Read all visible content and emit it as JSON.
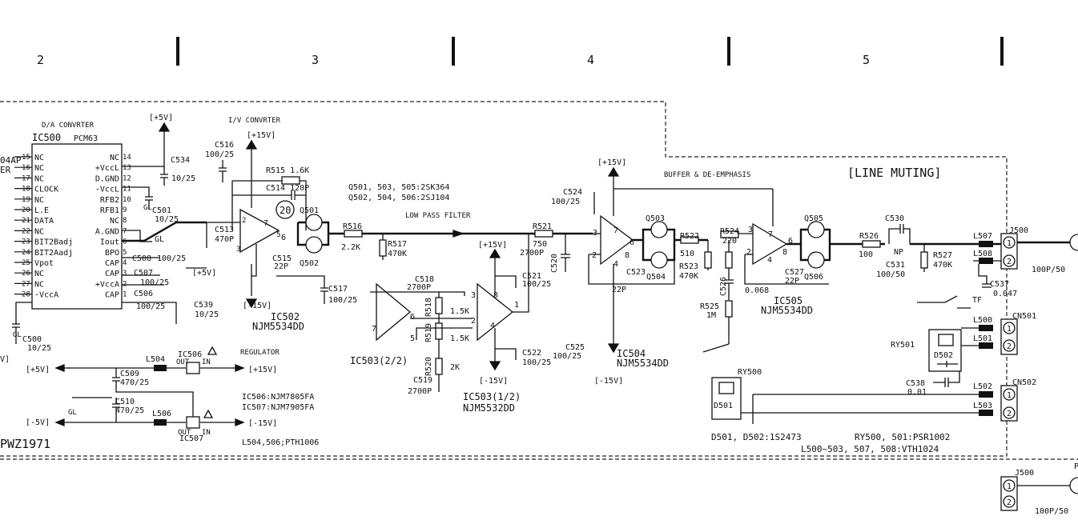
{
  "grid_columns": [
    "2",
    "3",
    "4",
    "5"
  ],
  "section_titles": {
    "da_converter": "D/A CONVRTER",
    "iv_converter": "I/V CONVRTER",
    "low_pass_filter": "LOW PASS FILTER",
    "buffer_deemphasis": "BUFFER & DE-EMPHASIS",
    "line_muting": "[LINE MUTING]",
    "regulator": "REGULATOR"
  },
  "ic500": {
    "ref": "IC500",
    "part": "PCM63",
    "left_pins": [
      {
        "num": "15",
        "name": "NC"
      },
      {
        "num": "16",
        "name": "NC"
      },
      {
        "num": "17",
        "name": "NC"
      },
      {
        "num": "18",
        "name": "CLOCK"
      },
      {
        "num": "19",
        "name": "NC"
      },
      {
        "num": "20",
        "name": "L.E"
      },
      {
        "num": "21",
        "name": "DATA"
      },
      {
        "num": "22",
        "name": "NC"
      },
      {
        "num": "23",
        "name": "BIT2Badj"
      },
      {
        "num": "24",
        "name": "BIT2Aadj"
      },
      {
        "num": "25",
        "name": "Vpot"
      },
      {
        "num": "26",
        "name": "NC"
      },
      {
        "num": "27",
        "name": "NC"
      },
      {
        "num": "28",
        "name": "-VccA"
      }
    ],
    "right_pins": [
      {
        "num": "14",
        "name": "NC"
      },
      {
        "num": "13",
        "name": "+VccL"
      },
      {
        "num": "12",
        "name": "D.GND"
      },
      {
        "num": "11",
        "name": "-VccL"
      },
      {
        "num": "10",
        "name": "RFB2"
      },
      {
        "num": "9",
        "name": "RFB1"
      },
      {
        "num": "8",
        "name": "NC"
      },
      {
        "num": "7",
        "name": "A.GND"
      },
      {
        "num": "6",
        "name": "Iout"
      },
      {
        "num": "5",
        "name": "BPO"
      },
      {
        "num": "4",
        "name": "CAP"
      },
      {
        "num": "3",
        "name": "CAP"
      },
      {
        "num": "2",
        "name": "+VccA"
      },
      {
        "num": "1",
        "name": "CAP"
      }
    ],
    "left_edge_fragments": [
      "04AP",
      "ER"
    ]
  },
  "labels": {
    "p5v": "[+5V]",
    "p15v": "[+15V]",
    "m15v": "[-15V]",
    "m5v": "[-5V]",
    "gl": "GL",
    "v_fragment": "V]",
    "c534": "C534",
    "c534_val": "10/25",
    "c501": "C501",
    "c501_val": "10/25",
    "c513": "C513",
    "c513_val": "470P",
    "c516": "C516",
    "c516_val": "100/25",
    "r515": "R515 1.6K",
    "c514": "C514 120P",
    "circle_20": "20",
    "q501": "Q501",
    "q502": "Q502",
    "c515": "C515",
    "c515_val": "22P",
    "c517": "C517",
    "c517_val": "100/25",
    "ic502": "IC502",
    "ic502_part": "NJM5534DD",
    "c508": "C508",
    "c508_val": "100/25",
    "c507": "C507",
    "c507_val": "100/25",
    "c506": "C506",
    "c506_val": "100/25",
    "c539": "C539",
    "c539_val": "10/25",
    "c500": "C500",
    "c500_val": "10/25",
    "q_note1": "Q501, 503, 505:2SK364",
    "q_note2": "Q502, 504, 506:2SJ104",
    "r516": "R516",
    "r516_val": "2.2K",
    "r517": "R517",
    "r517_val": "470K",
    "r521": "R521",
    "r521_val1": "750",
    "r521_val2": "2700P",
    "c520": "C520",
    "c518": "C518",
    "c518_val": "2700P",
    "r518": "R518",
    "r518_val": "1.5K",
    "r519": "R519",
    "r519_val": "1.5K",
    "r520": "R520",
    "r520_val": "2K",
    "c519": "C519",
    "c519_val": "2700P",
    "c521": "C521",
    "c521_val": "100/25",
    "c522": "C522",
    "c522_val": "100/25",
    "ic503_22": "IC503(2/2)",
    "ic503_12": "IC503(1/2)",
    "ic503_part": "NJM5532DD",
    "c524": "C524",
    "c524_val": "100/25",
    "c525": "C525",
    "c525_val": "100/25",
    "q503": "Q503",
    "q504": "Q504",
    "c523": "C523",
    "c523_val": "22P",
    "r522": "R522",
    "r522_val": "510",
    "r523": "R523",
    "r523_val": "470K",
    "r524": "R524",
    "r524_val": "220",
    "c526": "C526",
    "c526_val": "0.068",
    "r525": "R525",
    "r525_val": "1M",
    "c527": "C527",
    "c527_val": "22P",
    "q505": "Q505",
    "q506": "Q506",
    "ic504": "IC504",
    "ic504_part": "NJM5534DD",
    "ic505": "IC505",
    "ic505_part": "NJM5534DD",
    "ry500": "RY500",
    "d501": "D501",
    "r526": "R526",
    "r526_val": "100",
    "c530": "C530",
    "c531": "C531",
    "c531_val": "100/50",
    "np": "NP",
    "r527": "R527",
    "r527_val": "470K",
    "l507": "L507",
    "l508": "L508",
    "j500": "J500",
    "c537": "C537",
    "c537_val": "0.047",
    "tf": "TF",
    "cn501": "CN501",
    "l500": "L500",
    "l501": "L501",
    "ry501": "RY501",
    "d502": "D502",
    "c538": "C538",
    "c538_val": "0.01",
    "cn502": "CN502",
    "l502": "L502",
    "l503": "L503",
    "hundred_p": "100P/50",
    "pin1": "1",
    "pin2": "2",
    "l504": "L504",
    "l506": "L506",
    "ic506": "IC506",
    "ic507": "IC507",
    "out": "OUT",
    "in": "IN",
    "c509": "C509",
    "c509_val": "470/25",
    "c510": "C510",
    "c510_val": "470/25",
    "ic506_note": "IC506:NJM7805FA",
    "ic507_note": "IC507:NJM7905FA",
    "l504_note": "L504,506;PTH1006",
    "d_note": "D501, D502:1S2473",
    "ry_note": "RY500, 501:PSR1002",
    "l_note": "L500~503, 507, 508:VTH1024",
    "board": "PWZ1971",
    "j500_b": "J500",
    "p_fragment": "P"
  }
}
